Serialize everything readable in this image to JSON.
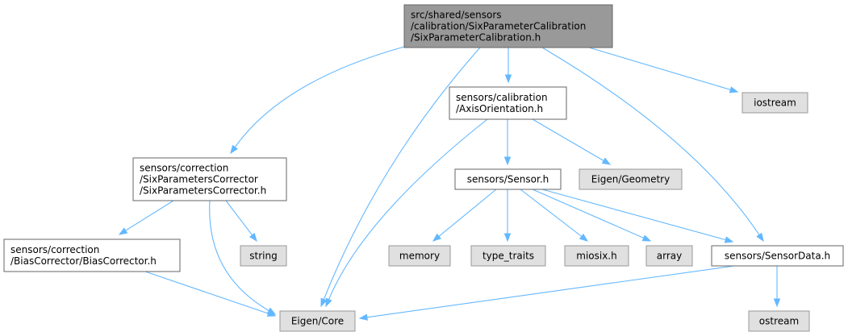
{
  "graph": {
    "nodes": [
      {
        "id": "root",
        "lines": [
          "src/shared/sensors",
          "/calibration/SixParameterCalibration",
          "/SixParameterCalibration.h"
        ],
        "style": "root"
      },
      {
        "id": "sixcorr",
        "lines": [
          "sensors/correction",
          "/SixParametersCorrector",
          "/SixParametersCorrector.h"
        ],
        "style": "file"
      },
      {
        "id": "axis",
        "lines": [
          "sensors/calibration",
          "/AxisOrientation.h"
        ],
        "style": "file"
      },
      {
        "id": "iostream",
        "lines": [
          "iostream"
        ],
        "style": "system"
      },
      {
        "id": "biascorr",
        "lines": [
          "sensors/correction",
          "/BiasCorrector/BiasCorrector.h"
        ],
        "style": "file"
      },
      {
        "id": "string",
        "lines": [
          "string"
        ],
        "style": "system"
      },
      {
        "id": "sensor",
        "lines": [
          "sensors/Sensor.h"
        ],
        "style": "file"
      },
      {
        "id": "geometry",
        "lines": [
          "Eigen/Geometry"
        ],
        "style": "system"
      },
      {
        "id": "memory",
        "lines": [
          "memory"
        ],
        "style": "system"
      },
      {
        "id": "typetraits",
        "lines": [
          "type_traits"
        ],
        "style": "system"
      },
      {
        "id": "miosix",
        "lines": [
          "miosix.h"
        ],
        "style": "system"
      },
      {
        "id": "array",
        "lines": [
          "array"
        ],
        "style": "system"
      },
      {
        "id": "sensordata",
        "lines": [
          "sensors/SensorData.h"
        ],
        "style": "file"
      },
      {
        "id": "eigencore",
        "lines": [
          "Eigen/Core"
        ],
        "style": "system"
      },
      {
        "id": "ostream",
        "lines": [
          "ostream"
        ],
        "style": "system"
      }
    ],
    "edges": [
      {
        "from": "root",
        "to": "sixcorr"
      },
      {
        "from": "root",
        "to": "eigencore"
      },
      {
        "from": "root",
        "to": "axis"
      },
      {
        "from": "root",
        "to": "sensordata"
      },
      {
        "from": "root",
        "to": "iostream"
      },
      {
        "from": "sixcorr",
        "to": "biascorr"
      },
      {
        "from": "sixcorr",
        "to": "eigencore"
      },
      {
        "from": "sixcorr",
        "to": "string"
      },
      {
        "from": "axis",
        "to": "eigencore"
      },
      {
        "from": "axis",
        "to": "sensor"
      },
      {
        "from": "axis",
        "to": "geometry"
      },
      {
        "from": "sensor",
        "to": "memory"
      },
      {
        "from": "sensor",
        "to": "typetraits"
      },
      {
        "from": "sensor",
        "to": "miosix"
      },
      {
        "from": "sensor",
        "to": "array"
      },
      {
        "from": "sensor",
        "to": "sensordata"
      },
      {
        "from": "biascorr",
        "to": "eigencore"
      },
      {
        "from": "sensordata",
        "to": "eigencore"
      },
      {
        "from": "sensordata",
        "to": "ostream"
      }
    ],
    "colors": {
      "root_fill": "#999999",
      "root_stroke": "#666666",
      "file_fill": "#ffffff",
      "file_stroke": "#666666",
      "system_fill": "#e0e0e0",
      "system_stroke": "#999999",
      "edge": "#63b8ff"
    }
  }
}
